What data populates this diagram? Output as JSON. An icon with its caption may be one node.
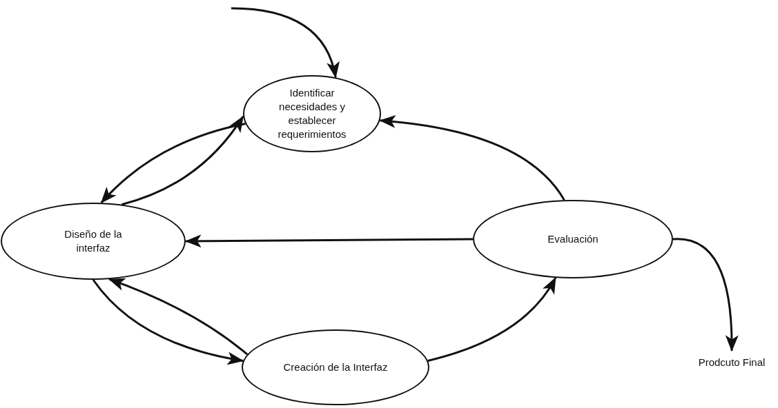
{
  "diagram": {
    "nodes": [
      {
        "text": [
          "Identificar necesidades y establecer requerimientos"
        ]
      },
      {
        "text": [
          "Diseño de la interfaz"
        ]
      },
      {
        "text": [
          "Evaluación"
        ]
      },
      {
        "text": [
          "Creación de la Interfaz"
        ]
      },
      {
        "text": [
          "Prodcuto Final"
        ]
      }
    ],
    "edges": [
      {
        "from": null,
        "to": 0,
        "arrow": "to"
      },
      {
        "from": 0,
        "to": 1,
        "arrow": "to"
      },
      {
        "from": 1,
        "to": 0,
        "arrow": "to"
      },
      {
        "from": 2,
        "to": 0,
        "arrow": "to"
      },
      {
        "from": 2,
        "to": 1,
        "arrow": "to"
      },
      {
        "from": 1,
        "to": 3,
        "arrow": "to"
      },
      {
        "from": 3,
        "to": 1,
        "arrow": "to"
      },
      {
        "from": 3,
        "to": 2,
        "arrow": "to"
      },
      {
        "from": 2,
        "to": 4,
        "arrow": "to"
      }
    ]
  }
}
